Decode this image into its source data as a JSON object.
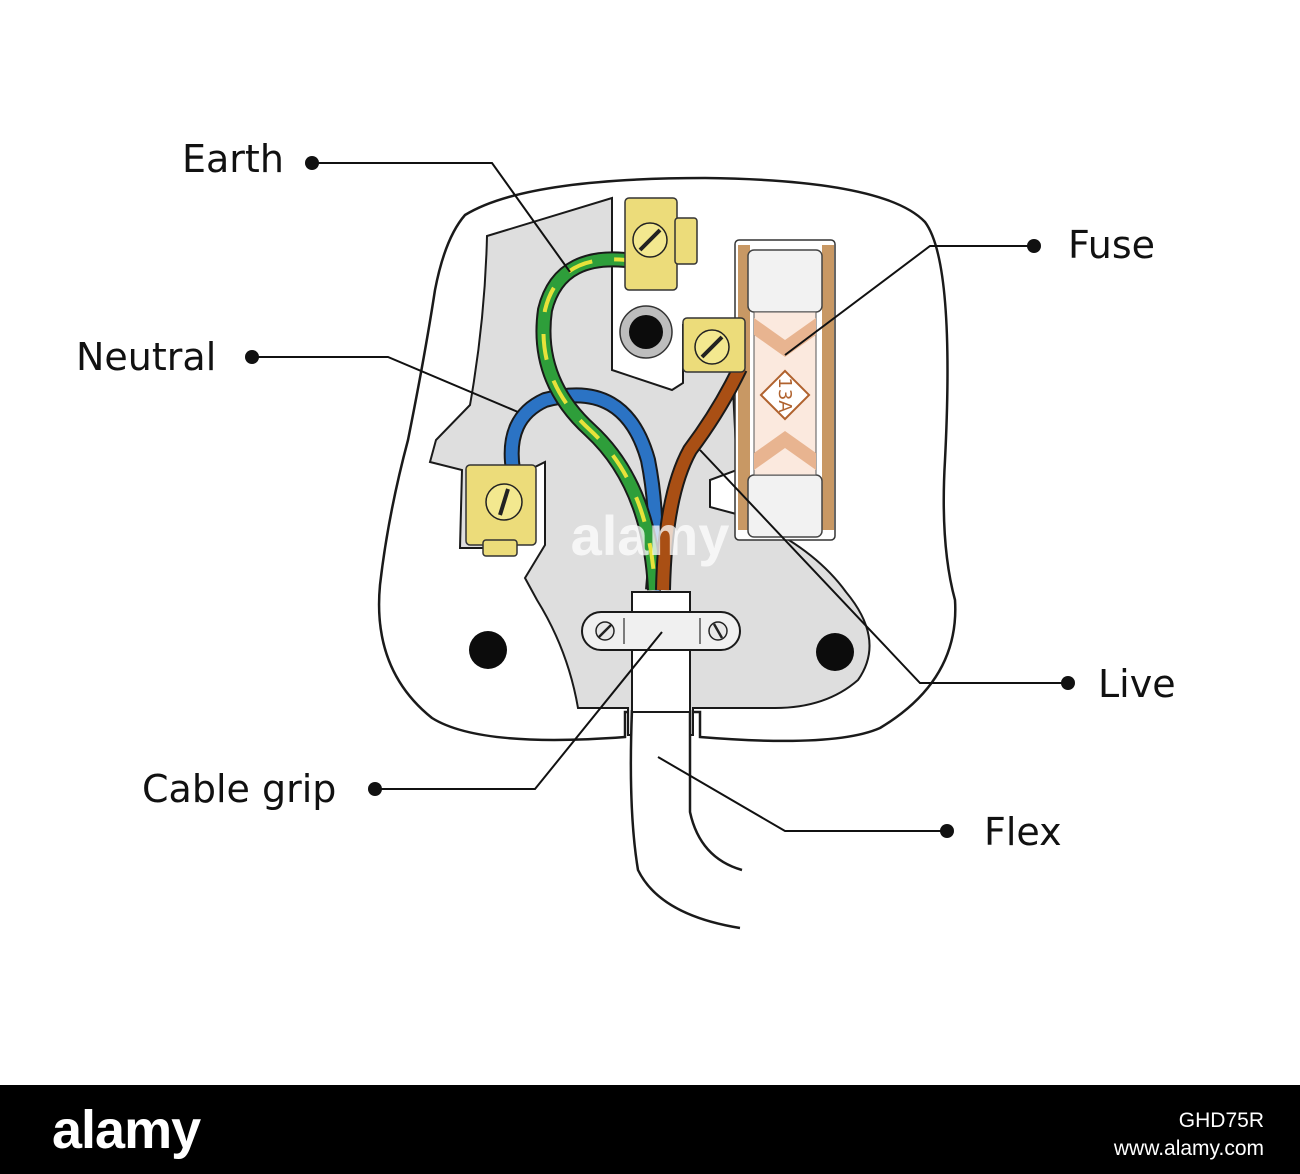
{
  "labels": {
    "earth": "Earth",
    "neutral": "Neutral",
    "fuse": "Fuse",
    "live": "Live",
    "cable_grip": "Cable grip",
    "flex": "Flex"
  },
  "fuse_rating": "13A",
  "watermark": "alamy",
  "footer": {
    "brand": "alamy",
    "image_code": "GHD75R",
    "site": "www.alamy.com"
  },
  "colors": {
    "earth_green": "#2e9e3a",
    "earth_yellow": "#e8e23a",
    "neutral_blue": "#2b73c4",
    "live_brown": "#a94f14",
    "terminal_brass": "#ecdc7a",
    "plate_grey": "#dedede",
    "fuse_copper": "#e8b490"
  },
  "icons": [
    "plug-outline",
    "terminal-screw",
    "fuse",
    "cable-clamp"
  ]
}
